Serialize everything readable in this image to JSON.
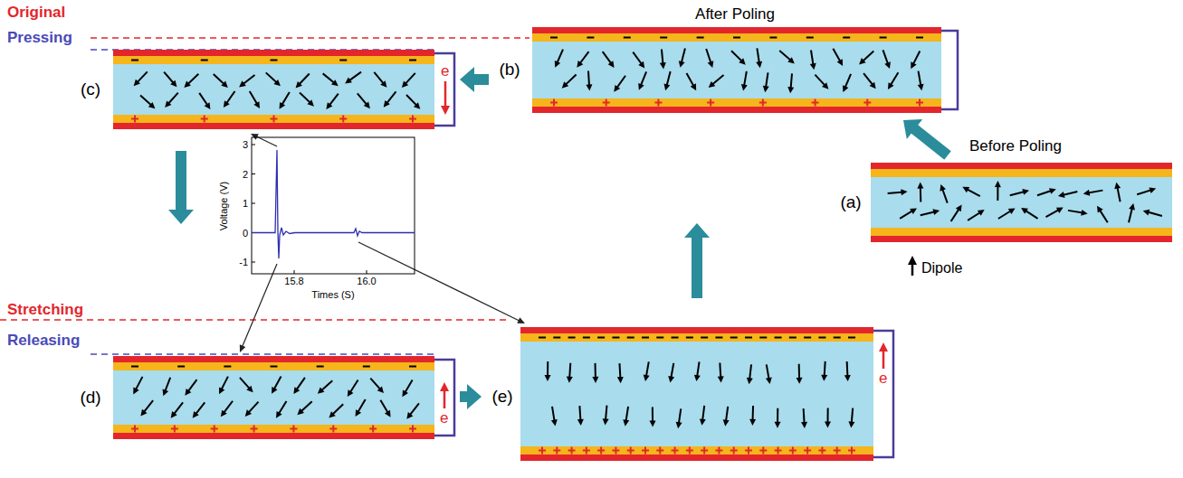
{
  "diagram": {
    "nodes": [
      {
        "text": [
          "Before Poling",
          "(a)"
        ]
      },
      {
        "text": [
          "After Poling",
          "(b)"
        ]
      },
      {
        "text": [
          "(c)"
        ]
      },
      {
        "text": [
          "Voltage (V)",
          "Times (S)"
        ]
      },
      {
        "text": [
          "(d)"
        ]
      },
      {
        "text": [
          "(e)"
        ]
      }
    ],
    "edges": [
      {
        "from": 0,
        "to": 1,
        "arrow": "to"
      },
      {
        "from": 1,
        "to": 2,
        "arrow": "to"
      },
      {
        "from": 2,
        "to": 4,
        "arrow": "to"
      },
      {
        "from": 4,
        "to": 5,
        "arrow": "to"
      },
      {
        "from": 5,
        "to": 1,
        "arrow": "to"
      },
      {
        "from": 3,
        "to": 2,
        "arrow": "to"
      },
      {
        "from": 3,
        "to": 4,
        "arrow": "to"
      },
      {
        "from": 3,
        "to": 5,
        "arrow": "to"
      }
    ],
    "labels": [
      "Original",
      "Pressing",
      "e",
      "Stretching",
      "Releasing",
      "e",
      "e",
      "Dipole",
      "3",
      "2",
      "1",
      "0",
      "-1",
      "15.8",
      "16.0"
    ]
  }
}
